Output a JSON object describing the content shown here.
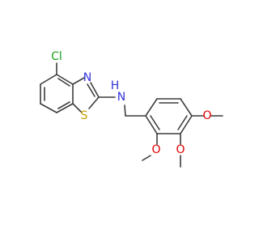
{
  "molecule": {
    "atoms": {
      "chlorine": {
        "label": "Cl",
        "color": "#1fa01f"
      },
      "thiazole_nitrogen": {
        "label": "N",
        "color": "#3333dd"
      },
      "amine_nitrogen": {
        "label": "N",
        "color": "#3333dd"
      },
      "amine_hydrogen": {
        "label": "H",
        "color": "#3333dd"
      },
      "sulfur": {
        "label": "S",
        "color": "#c8a000"
      },
      "oxygen_para": {
        "label": "O",
        "color": "#e00000"
      },
      "oxygen_meta": {
        "label": "O",
        "color": "#e00000"
      },
      "oxygen_ortho": {
        "label": "O",
        "color": "#e00000"
      }
    },
    "bond_color": "#3c3c3c"
  }
}
